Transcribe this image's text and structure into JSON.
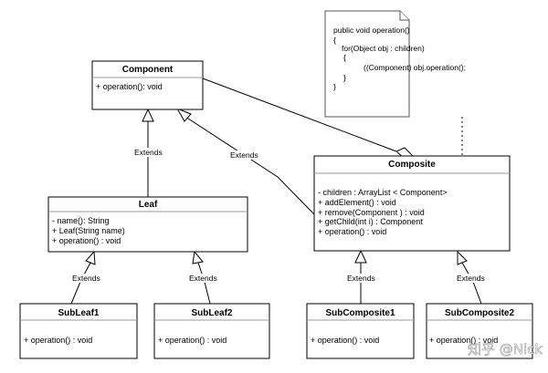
{
  "classes": {
    "component": {
      "name": "Component",
      "members": [
        "+ operation(): void"
      ]
    },
    "leaf": {
      "name": "Leaf",
      "members": [
        "- name(): String",
        "+ Leaf(String name)",
        "+ operation() : void"
      ]
    },
    "composite": {
      "name": "Composite",
      "members": [
        "- children : ArrayList < Component>",
        "+ addElement() : void",
        "+ remove(Component ) : void",
        "+ getChild(int i) : Component",
        "+ operation() : void"
      ]
    },
    "subleaf1": {
      "name": "SubLeaf1",
      "members": [
        "+ operation() : void"
      ]
    },
    "subleaf2": {
      "name": "SubLeaf2",
      "members": [
        "+ operation() : void"
      ]
    },
    "subcomposite1": {
      "name": "SubComposite1",
      "members": [
        "+ operation() : void"
      ]
    },
    "subcomposite2": {
      "name": "SubComposite2",
      "members": [
        "+ operation() : void"
      ]
    }
  },
  "relations": {
    "leaf_component": "Extends",
    "composite_component": "Extends",
    "subleaf1_leaf": "Extends",
    "subleaf2_leaf": "Extends",
    "subcomposite1_composite": "Extends",
    "subcomposite2_composite": "Extends"
  },
  "note": {
    "lines": [
      "public void operation()",
      "{",
      "for(Object obj : children)",
      "{",
      "((Component) obj.operation();",
      "}",
      "}"
    ]
  },
  "watermark": "知乎 @Nick"
}
